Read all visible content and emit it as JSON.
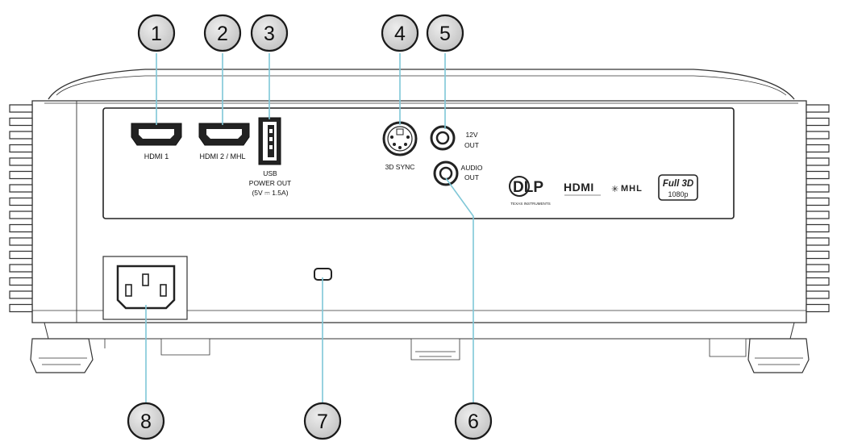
{
  "callouts": {
    "c1": "1",
    "c2": "2",
    "c3": "3",
    "c4": "4",
    "c5": "5",
    "c6": "6",
    "c7": "7",
    "c8": "8"
  },
  "port_labels": {
    "hdmi1": "HDMI 1",
    "hdmi2": "HDMI 2 / MHL",
    "usb_line1": "USB",
    "usb_line2": "POWER OUT",
    "usb_line3": "(5V ⎓ 1.5A)",
    "sync3d": "3D SYNC",
    "v12_line1": "12V",
    "v12_line2": "OUT",
    "audio_line1": "AUDIO",
    "audio_line2": "OUT"
  },
  "logos": {
    "dlp": "DLP",
    "dlp_sub": "TEXAS INSTRUMENTS",
    "hdmi": "HDMI",
    "mhl": "MHL",
    "full3d": "Full 3D",
    "full3d_sub": "1080p"
  },
  "colors": {
    "line": "#1a1a1a",
    "body_line": "#333333",
    "callout_fill": "#d4d4d4",
    "leader": "#7fc7d7",
    "port_fill": "#222222"
  },
  "icons": [
    "hdmi-port-icon",
    "usb-port-icon",
    "mini-din-icon",
    "audio-jack-icon",
    "power-socket-icon",
    "kensington-lock-icon"
  ]
}
